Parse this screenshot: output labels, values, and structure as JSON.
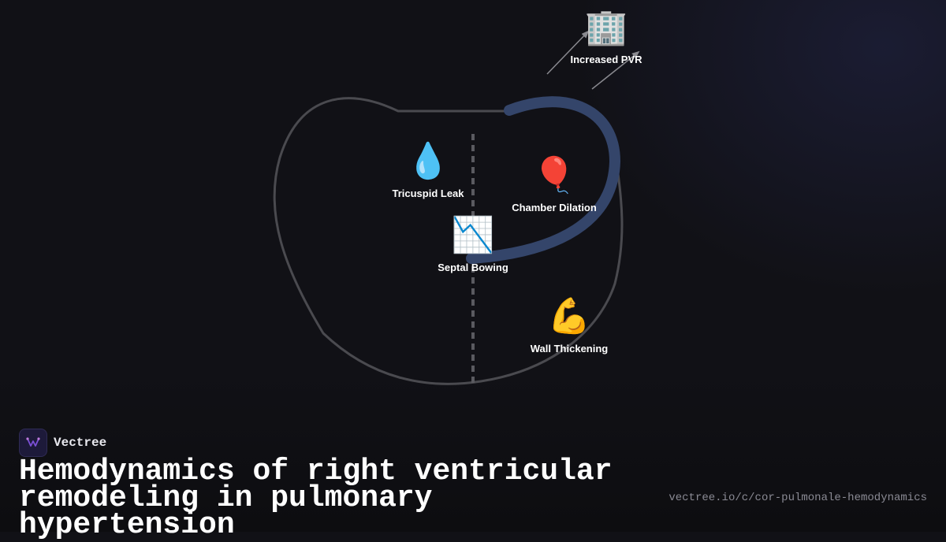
{
  "brand": {
    "name": "Vectree",
    "icon": "vectree-logo-icon",
    "accent": "#7b4fd6"
  },
  "title": "Hemodynamics of right ventricular remodeling in pulmonary hypertension",
  "url": "vectree.io/c/cor-pulmonale-hemodynamics",
  "colors": {
    "background": "#111116",
    "outline": "#4a4a4f",
    "septum": "#5a5a60",
    "dilation_arc": "#34456a",
    "arrow": "#8a8a90"
  },
  "nodes": {
    "pvr": {
      "label": "Increased PVR",
      "icon": "🏢",
      "icon_name": "office-building-icon"
    },
    "leak": {
      "label": "Tricuspid Leak",
      "icon": "💧",
      "icon_name": "droplet-icon"
    },
    "dilation": {
      "label": "Chamber Dilation",
      "icon": "🎈",
      "icon_name": "balloon-icon"
    },
    "bowing": {
      "label": "Septal Bowing",
      "icon": "📉",
      "icon_name": "chart-decreasing-icon"
    },
    "thickening": {
      "label": "Wall Thickening",
      "icon": "💪",
      "icon_name": "flexed-biceps-icon"
    }
  }
}
